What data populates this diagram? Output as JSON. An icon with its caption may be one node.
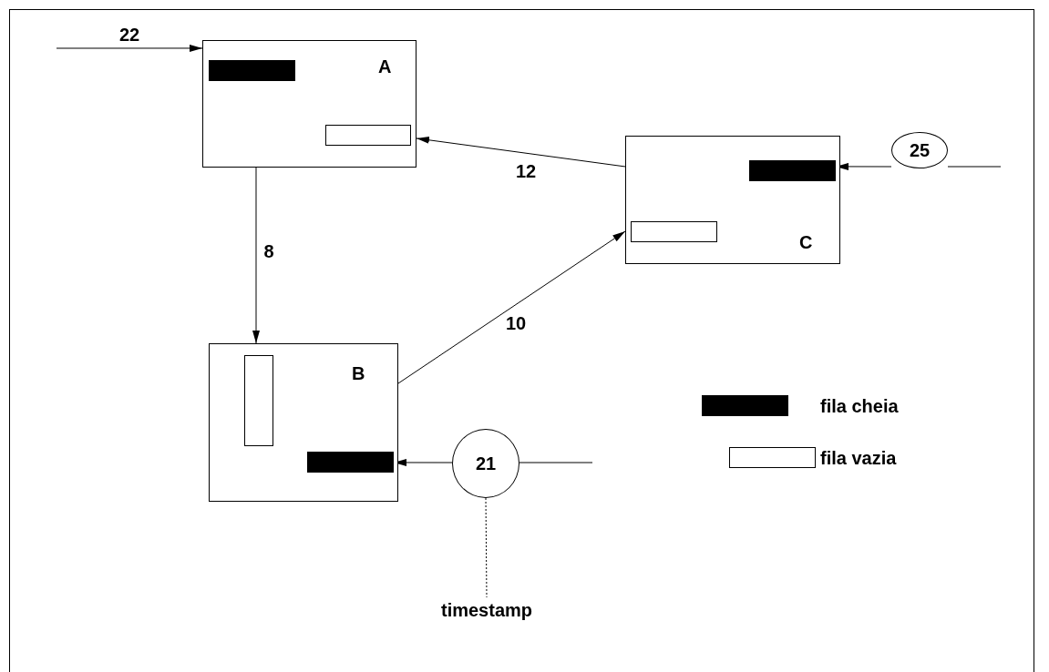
{
  "diagram": {
    "nodes": [
      {
        "text": [
          "A"
        ]
      },
      {
        "text": [],
        "shape": "bar",
        "in": 0
      },
      {
        "text": [],
        "shape": "bar",
        "in": 0
      },
      {
        "text": [
          "C"
        ]
      },
      {
        "text": [],
        "shape": "bar",
        "in": 3
      },
      {
        "text": [],
        "shape": "bar",
        "in": 3
      },
      {
        "text": [
          "B"
        ]
      },
      {
        "text": [],
        "shape": "bar",
        "in": 6
      },
      {
        "text": [],
        "shape": "bar",
        "in": 6
      },
      {
        "text": [
          "25"
        ]
      },
      {
        "text": [
          "21"
        ]
      },
      {
        "text": [
          "timestamp"
        ]
      }
    ],
    "edges": [
      {
        "from": null,
        "to": 0,
        "arrow": "to",
        "label": "22"
      },
      {
        "from": 0,
        "to": 6,
        "arrow": "to",
        "label": "8"
      },
      {
        "from": 6,
        "to": 3,
        "arrow": "to",
        "label": "10"
      },
      {
        "from": 3,
        "to": 0,
        "arrow": "to",
        "label": "12"
      },
      {
        "from": null,
        "to": 9,
        "arrow": "none"
      },
      {
        "from": 9,
        "to": 4,
        "arrow": "to"
      },
      {
        "from": null,
        "to": 10,
        "arrow": "none"
      },
      {
        "from": 10,
        "to": 8,
        "arrow": "to"
      },
      {
        "from": 10,
        "to": 11,
        "arrow": "none",
        "style": "dashed"
      }
    ],
    "legend": [
      {
        "text": "fila cheia",
        "color": "#000000"
      },
      {
        "text": "fila vazia",
        "color": "#ffffff"
      }
    ]
  }
}
